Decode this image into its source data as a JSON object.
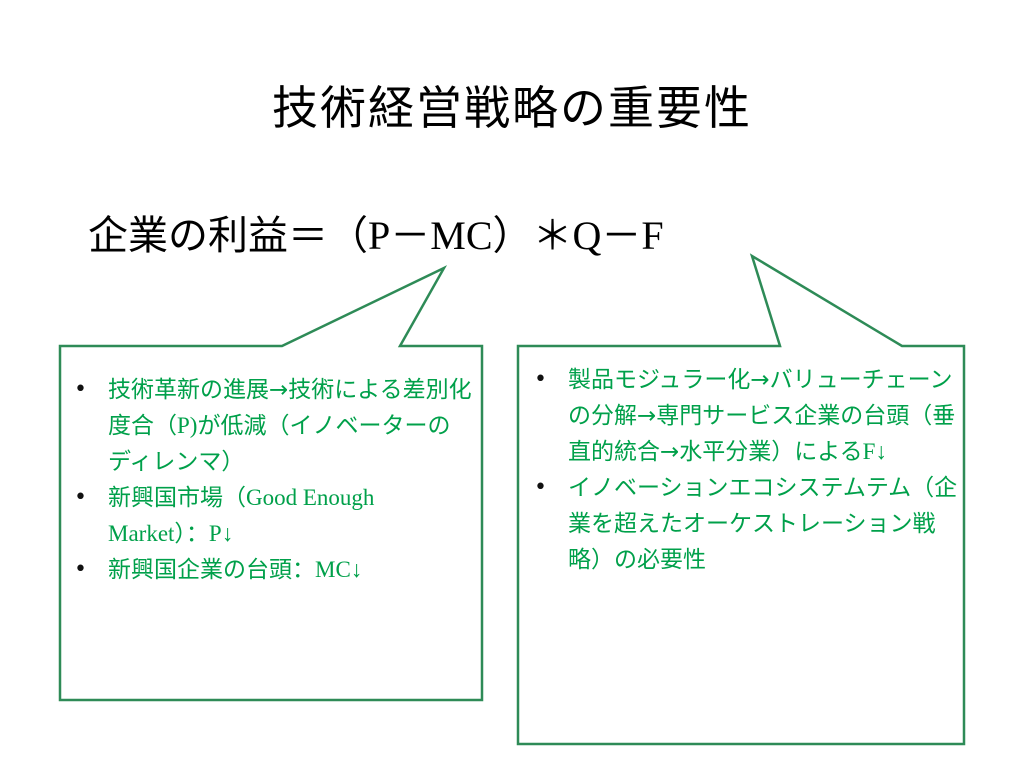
{
  "slide": {
    "title": "技術経営戦略の重要性",
    "formula": {
      "prefix": "企業の利益＝（",
      "price": "P",
      "minus1": "－",
      "mc": "MC",
      "close": "）＊",
      "q": "Q",
      "minus2": "－",
      "f": "F"
    },
    "left_callout": {
      "items": [
        {
          "bullet": "•",
          "parts": [
            "技術革新の進展→技術による差別化度合（",
            "P)",
            "が低減（イノベーターのディレンマ）"
          ]
        },
        {
          "bullet": "•",
          "parts": [
            "新興国市場（",
            "Good Enough Market",
            "）：",
            "P↓"
          ]
        },
        {
          "bullet": "•",
          "parts": [
            "新興国企業の台頭：",
            "MC↓"
          ]
        }
      ]
    },
    "right_callout": {
      "items": [
        {
          "bullet": "•",
          "parts": [
            "製品モジュラー化→バリューチェーンの分解→専門サービス企業の台頭（垂直的統合→水平分業）による",
            "F↓"
          ]
        },
        {
          "bullet": "•",
          "parts": [
            "イノベーションエコシステムテム（企業を超えたオーケストレーション戦略）の必要性"
          ]
        }
      ]
    },
    "colors": {
      "accent": "#00a04a",
      "border": "#2e8b57",
      "text": "#000000"
    }
  }
}
